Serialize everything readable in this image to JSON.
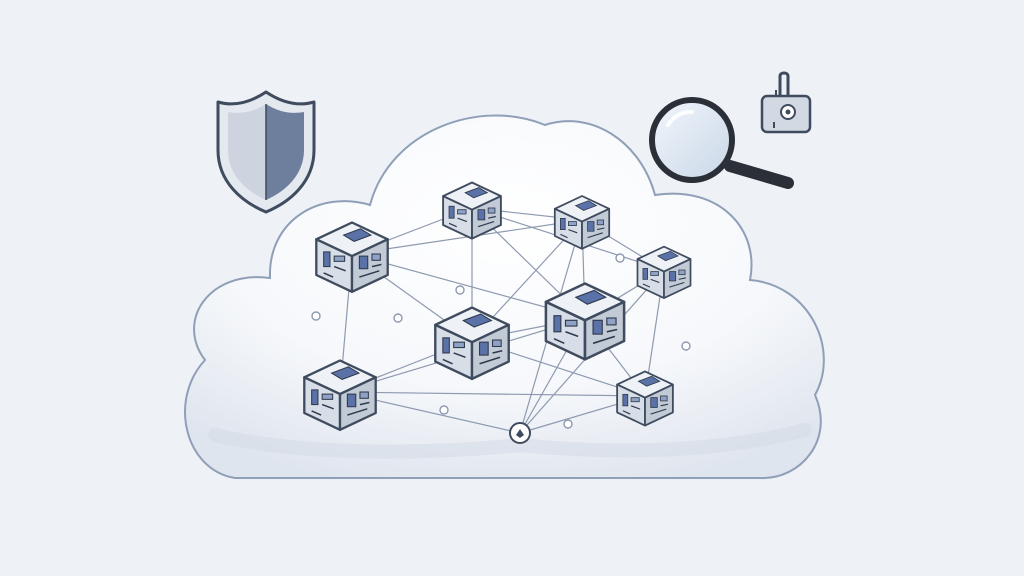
{
  "colors": {
    "background": "#eef1f5",
    "cloud_fill": "#fbfcfd",
    "cloud_shade": "#dfe5ee",
    "cloud_outline": "#8f9fb8",
    "node_top": "#eef1f5",
    "node_left": "#d8dee7",
    "node_right": "#c2cad6",
    "node_outline": "#3f4b5e",
    "node_accent": "#5a72a8",
    "link_line": "#8e9ab0",
    "shield_light": "#e4e8ef",
    "shield_dark": "#6e7f9e",
    "lens_glass": "#dbe6f2",
    "handle": "#2a2f38"
  },
  "icons": {
    "security": "shield-icon",
    "search": "magnifier-icon",
    "access": "padlock-icon",
    "network": "cloud-icon",
    "nodes": "server-cube-icon"
  },
  "diagram": {
    "nodes": [
      {
        "id": "n1"
      },
      {
        "id": "n2"
      },
      {
        "id": "n3"
      },
      {
        "id": "n4"
      },
      {
        "id": "n5"
      },
      {
        "id": "n6"
      },
      {
        "id": "n7"
      },
      {
        "id": "n8"
      },
      {
        "id": "n9"
      }
    ],
    "links": [
      [
        "n1",
        "n2"
      ],
      [
        "n1",
        "n3"
      ],
      [
        "n1",
        "n5"
      ],
      [
        "n1",
        "n6"
      ],
      [
        "n1",
        "n7"
      ],
      [
        "n2",
        "n3"
      ],
      [
        "n2",
        "n5"
      ],
      [
        "n2",
        "n6"
      ],
      [
        "n2",
        "n4"
      ],
      [
        "n3",
        "n4"
      ],
      [
        "n3",
        "n6"
      ],
      [
        "n3",
        "n5"
      ],
      [
        "n3",
        "n9"
      ],
      [
        "n4",
        "n6"
      ],
      [
        "n4",
        "n9"
      ],
      [
        "n4",
        "n8"
      ],
      [
        "n5",
        "n6"
      ],
      [
        "n5",
        "n7"
      ],
      [
        "n5",
        "n8"
      ],
      [
        "n6",
        "n7"
      ],
      [
        "n6",
        "n8"
      ],
      [
        "n6",
        "n9"
      ],
      [
        "n7",
        "n8"
      ],
      [
        "n8",
        "n9"
      ],
      [
        "n7",
        "n9"
      ]
    ]
  }
}
